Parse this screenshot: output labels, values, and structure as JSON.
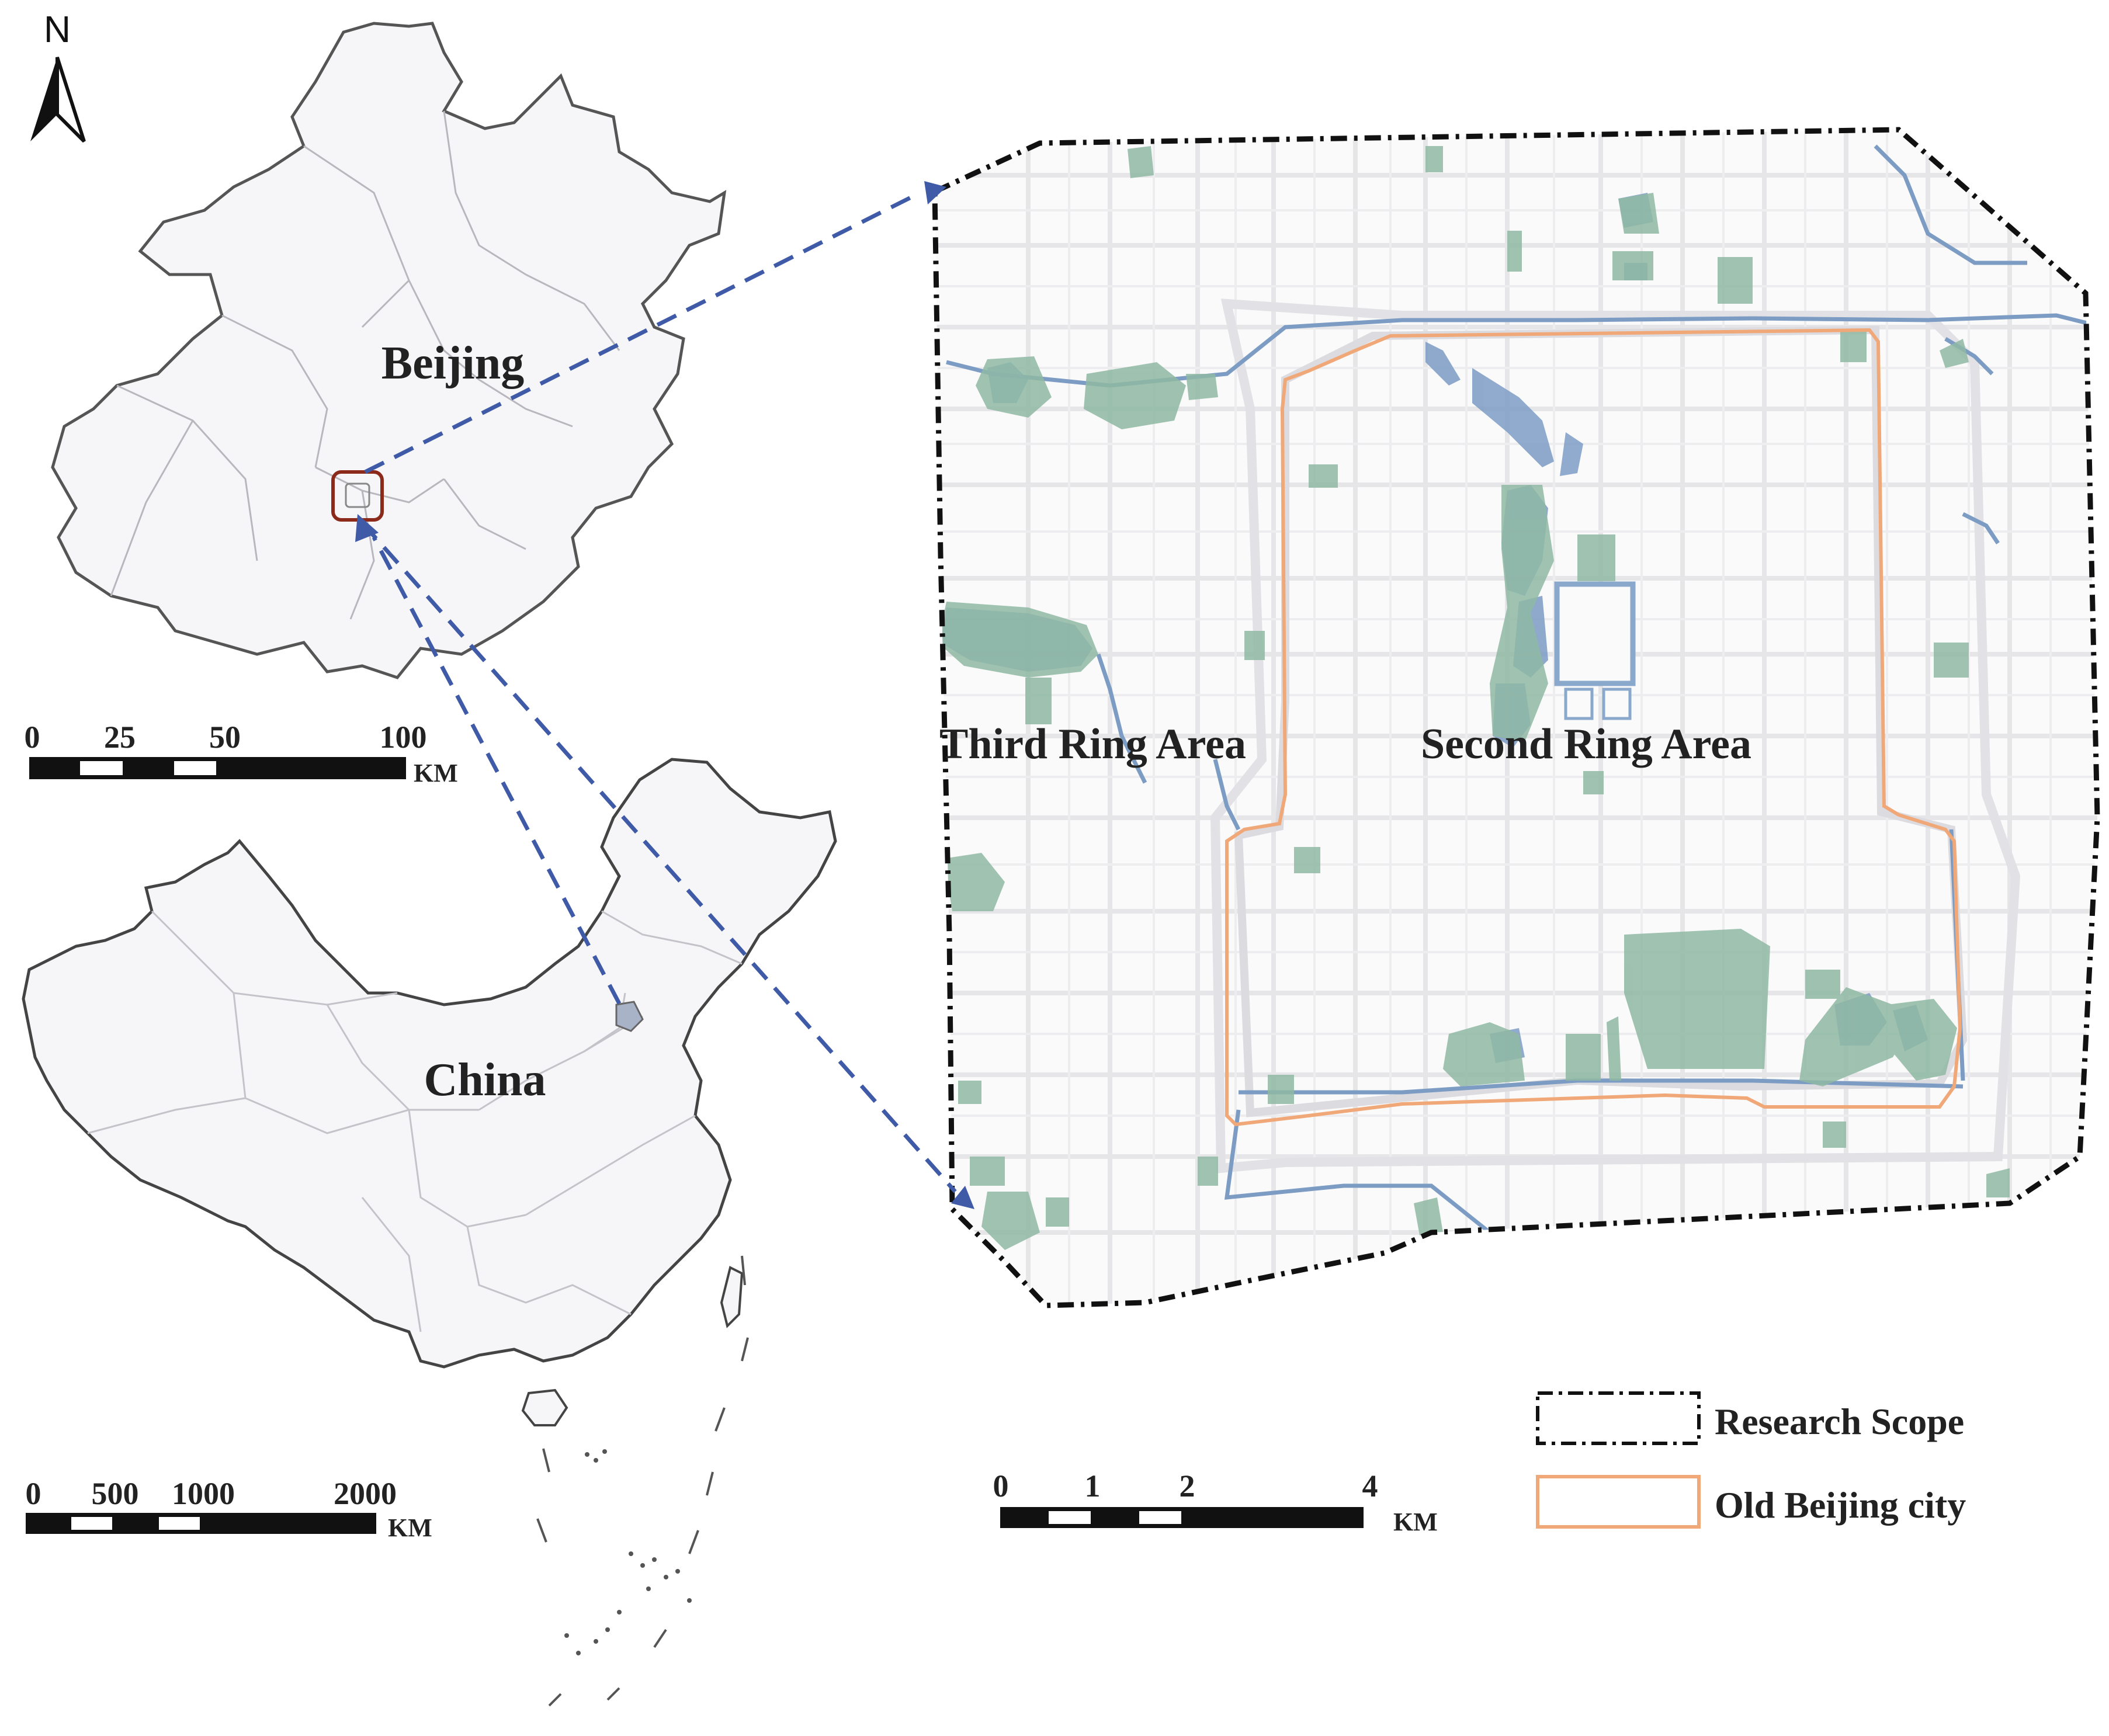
{
  "compass": {
    "letter": "N",
    "icon": "north-arrow-icon"
  },
  "beijing_map": {
    "label": "Beijing"
  },
  "china_map": {
    "label": "China"
  },
  "detail_map": {
    "third_ring_label": "Third Ring  Area",
    "second_ring_label": "Second Ring Area"
  },
  "scale_bars": {
    "beijing": {
      "ticks": [
        "0",
        "25",
        "50",
        "100"
      ],
      "unit": "KM"
    },
    "china": {
      "ticks": [
        "0",
        "500",
        "1000",
        "2000"
      ],
      "unit": "KM"
    },
    "detail": {
      "ticks": [
        "0",
        "1",
        "2",
        "4"
      ],
      "unit": "KM"
    }
  },
  "legend": {
    "items": [
      {
        "label": "Research Scope",
        "style": "dash-dot",
        "color": "#111111"
      },
      {
        "label": "Old Beijing city",
        "style": "solid",
        "color": "#f0a878"
      }
    ]
  },
  "colors": {
    "region_fill": "#f6f6f8",
    "region_border": "#555555",
    "green_space": "#8fb9a3",
    "water": "#7c9cc4",
    "road": "#e4e4e6",
    "arrow": "#3f5aa6",
    "old_city": "#f0a878",
    "highlight_box": "#8b2a1a"
  }
}
